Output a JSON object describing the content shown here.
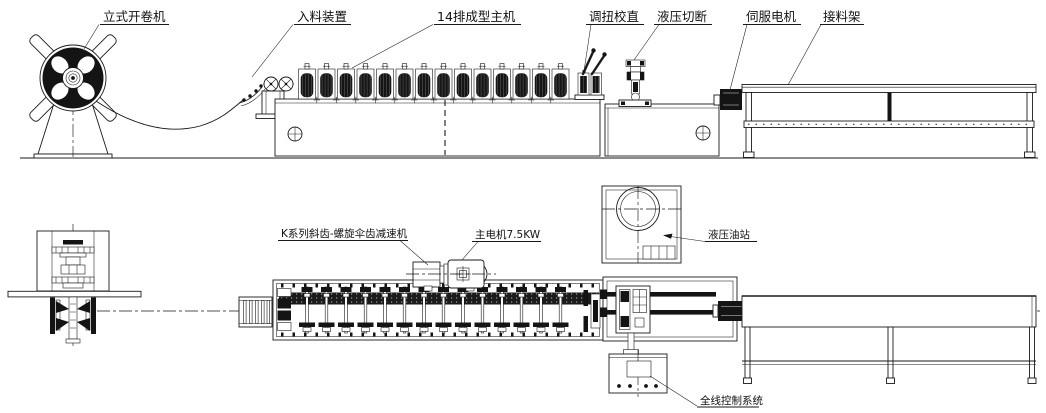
{
  "diagram": {
    "type": "engineering-line-drawing",
    "subject": "roll forming production line, elevation (top) and plan (bottom) views",
    "labels": {
      "decoiler": "立式开卷机",
      "feeder": "入料装置",
      "main_machine": "14排成型主机",
      "straightener": "调扭校直",
      "hydraulic_cutoff": "液压切断",
      "servo_motor": "伺服电机",
      "receiving_rack": "接料架",
      "reducer": "K系列斜齿-螺旋伞齿减速机",
      "main_motor": "主电机7.5KW",
      "hydraulic_station": "液压油站",
      "control_system": "全线控制系统"
    },
    "stand_count": 14,
    "colors": {
      "line": "#1a1a1a",
      "background": "#ffffff"
    }
  }
}
